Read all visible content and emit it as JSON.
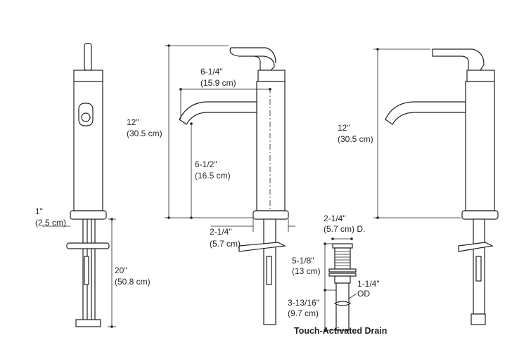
{
  "front_view": {
    "base_offset": "1\"",
    "base_offset_metric": "(2.5 cm)",
    "supply_length": "20\"",
    "supply_length_metric": "(50.8 cm)"
  },
  "side_view": {
    "height": "12\"",
    "height_metric": "(30.5 cm)",
    "spout_reach": "6-1/4\"",
    "spout_reach_metric": "(15.9 cm)",
    "spout_height": "6-1/2\"",
    "spout_height_metric": "(16.5 cm)",
    "base_diameter": "2-1/4\"",
    "base_diameter_metric": "(5.7 cm)"
  },
  "rear_view": {
    "height": "12\"",
    "height_metric": "(30.5 cm)"
  },
  "drain": {
    "title": "Touch-Activated Drain",
    "diameter": "2-1/4\"",
    "diameter_metric": "(5.7 cm) D.",
    "upper_height": "5-1/8\"",
    "upper_height_metric": "(13 cm)",
    "lower_height": "3-13/16\"",
    "lower_height_metric": "(9.7 cm)",
    "tube": "1-1/4\"",
    "tube_label": "OD"
  }
}
